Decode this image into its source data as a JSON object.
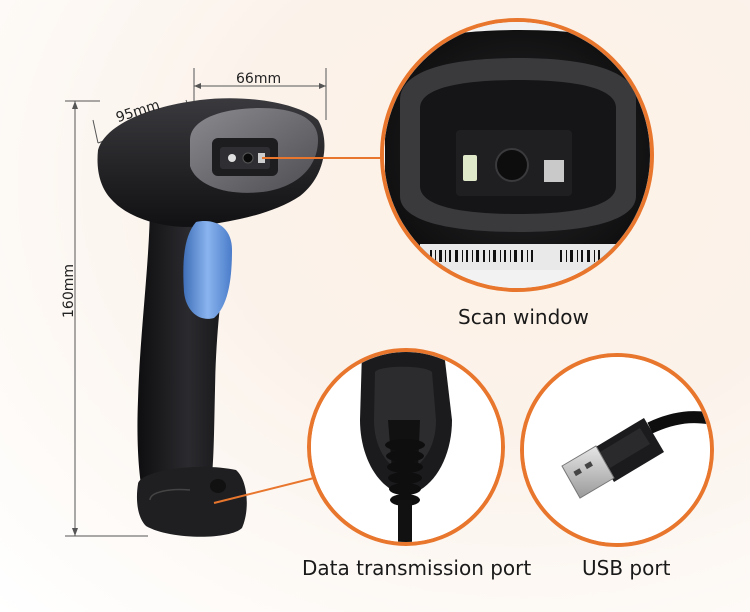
{
  "dimensions": {
    "width": "66mm",
    "depth": "95mm",
    "height": "160mm"
  },
  "callouts": {
    "scan_window": "Scan window",
    "data_port": "Data transmission port",
    "usb_port": "USB port"
  },
  "colors": {
    "accent_orange": "#e8762d",
    "trigger_blue": "#5b8fd9",
    "body_black": "#1c1c1e"
  }
}
